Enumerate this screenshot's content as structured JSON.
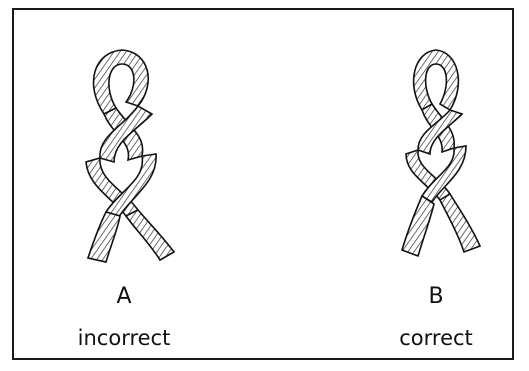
{
  "figures": [
    {
      "letter": "A",
      "caption": "incorrect"
    },
    {
      "letter": "B",
      "caption": "correct"
    }
  ]
}
